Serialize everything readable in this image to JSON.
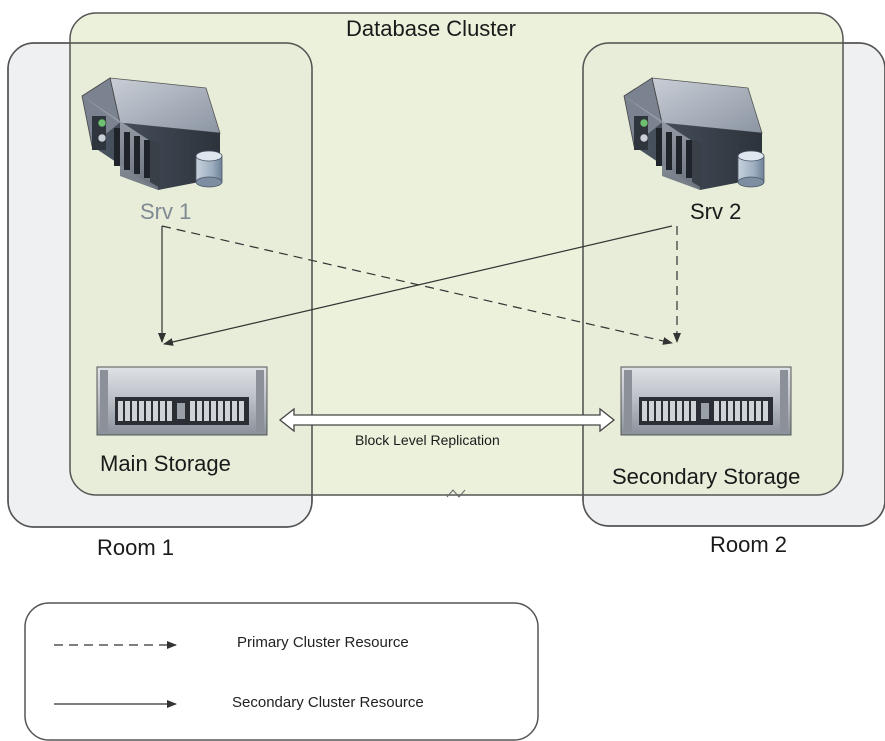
{
  "diagram": {
    "cluster_title": "Database Cluster",
    "servers": [
      {
        "label": "Srv 1",
        "icon": "server-db-icon"
      },
      {
        "label": "Srv 2",
        "icon": "server-db-icon"
      }
    ],
    "storages": [
      {
        "label": "Main Storage",
        "icon": "storage-array-icon"
      },
      {
        "label": "Secondary Storage",
        "icon": "storage-array-icon"
      }
    ],
    "rooms": [
      "Room 1",
      "Room 2"
    ],
    "replication_label": "Block Level Replication",
    "colors": {
      "cluster_fill": "#e9eedb",
      "room_fill": "#eef0f2",
      "stroke": "#555555",
      "server_label": "#808a94"
    }
  },
  "legend": {
    "items": [
      {
        "style": "dashed",
        "label": "Primary Cluster Resource"
      },
      {
        "style": "solid",
        "label": "Secondary Cluster Resource"
      }
    ]
  }
}
